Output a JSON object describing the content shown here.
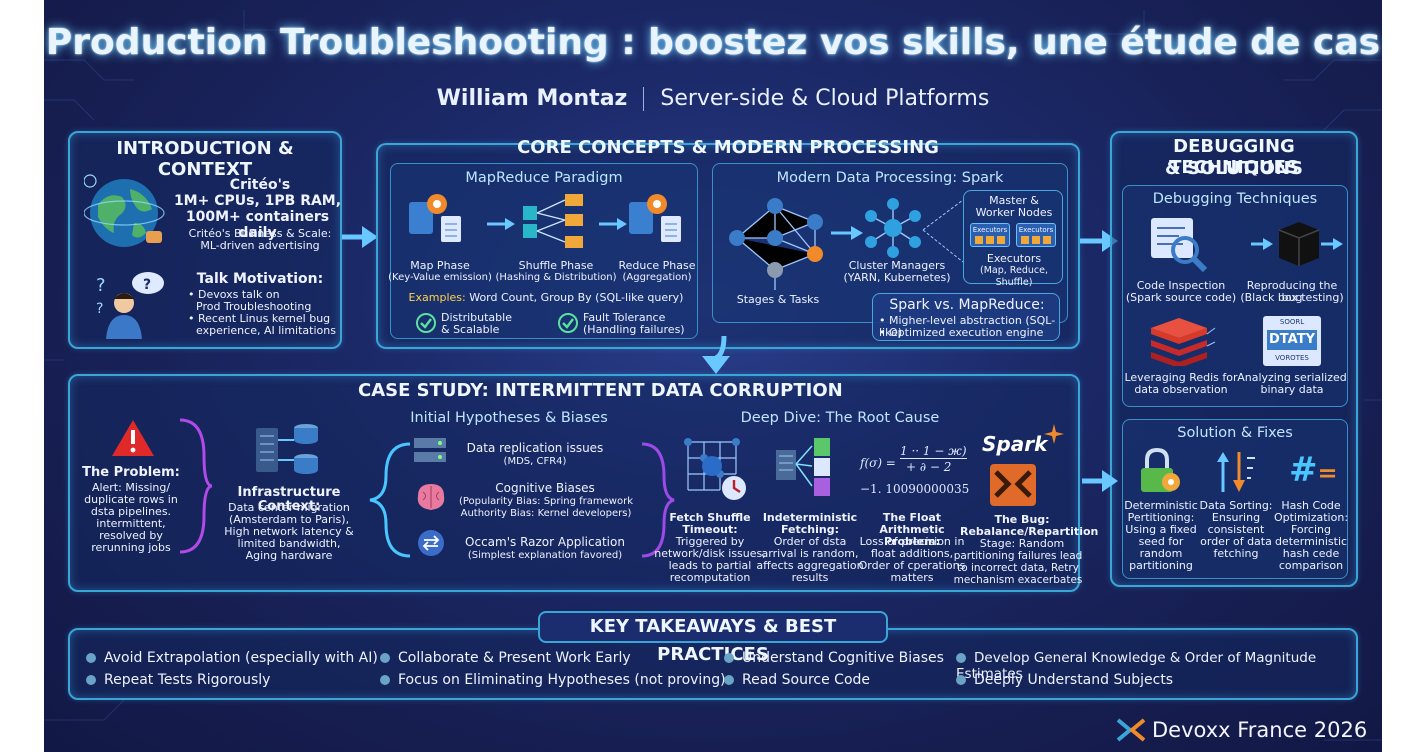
{
  "header": {
    "title": "Production Troubleshooting : boostez vos skills, une étude de cas",
    "author": "William Montaz",
    "role": "Server-side & Cloud Platforms"
  },
  "intro": {
    "heading": "INTRODUCTION & CONTEXT",
    "criteo_title": "Critéo's",
    "criteo_stats_1": "1M+ CPUs, 1PB RAM,",
    "criteo_stats_2": "100M+ containers daily",
    "business_1": "Critéo's Business & Scale:",
    "business_2": "ML-driven advertising",
    "motivation_title": "Talk Motivation:",
    "bullet_1a": "• Devoxs talk on",
    "bullet_1b": "Prod Troubleshooting",
    "bullet_2a": "• Recent Linus kernel bug",
    "bullet_2b": "experience, AI limitations"
  },
  "core": {
    "heading": "CORE CONCEPTS & MODERN PROCESSING",
    "mapreduce": {
      "title": "MapReduce Paradigm",
      "map_1": "Map Phase",
      "map_2": "(Key-Value emission)",
      "shuffle_1": "Shuffle Phase",
      "shuffle_2": "(Hashing & Distribution)",
      "reduce_1": "Reduce Phase",
      "reduce_2": "(Aggregation)",
      "examples_label": "Examples:",
      "examples_text": "Word Count, Group By (SQL-like query)",
      "dist_1": "Distributable",
      "dist_2": "& Scalable",
      "fault_1": "Fault Tolerance",
      "fault_2": "(Handling failures)"
    },
    "spark": {
      "title": "Modern Data Processing: Spark",
      "stages": "Stages & Tasks",
      "cluster_1": "Cluster Managers",
      "cluster_2": "(YARN, Kubernetes)",
      "master_1": "Master &",
      "master_2": "Worker Nodes",
      "exec_1": "Executors",
      "exec_2": "(Map, Reduce, Shuffle)",
      "exec_box": "Executors",
      "vs_title": "Spark vs. MapReduce:",
      "vs_1": "• Migher-level abstraction (SQL-like)",
      "vs_2": "• Optimized execution engine"
    }
  },
  "debug": {
    "heading_1": "DEBUGGING TECHNIQUES",
    "heading_2": "& SOLUTIONS",
    "techniques": {
      "title": "Debugging Techniques",
      "code_1": "Code Inspection",
      "code_2": "(Spark source code)",
      "repro_1": "Reproducing the bug",
      "repro_2": "(Black box testing)",
      "redis_1": "Leveraging Redis for",
      "redis_2": "data observation",
      "binary_1": "Analyzing serialized",
      "binary_2": "binary data",
      "binary_lbl_1": "SOORL",
      "binary_lbl_2": "DTATY",
      "binary_lbl_3": "VOROTES"
    },
    "solutions": {
      "title": "Solution & Fixes",
      "det_1": "Deterministic",
      "det_2": "Pertitioning:",
      "det_3": "Using a fixed",
      "det_4": "seed for",
      "det_5": "random",
      "det_6": "partitioning",
      "sort_1": "Data Sorting:",
      "sort_2": "Ensuring",
      "sort_3": "consistent",
      "sort_4": "order of data",
      "sort_5": "fetching",
      "hash_1": "Hash Code",
      "hash_2": "Optimization:",
      "hash_3": "Forcing",
      "hash_4": "deterministic",
      "hash_5": "hash cede",
      "hash_6": "comparison"
    }
  },
  "case": {
    "heading": "CASE STUDY: INTERMITTENT DATA CORRUPTION",
    "problem": {
      "title_1": "The Problem:",
      "l1": "Alert: Missing/",
      "l2": "duplicate rows in",
      "l3": "dsta pipelines.",
      "l4": "intermittent,",
      "l5": "resolved by",
      "l6": "rerunning jobs"
    },
    "infra": {
      "title": "Infrastructure Context:",
      "l1": "Data center migration",
      "l2": "(Amsterdam to Paris),",
      "l3": "High network latency &",
      "l4": "limited bandwidth,",
      "l5": "Aging hardware"
    },
    "hyp": {
      "title": "Initial Hypotheses & Biases",
      "rep_1": "Data replication issues",
      "rep_2": "(MDS, CFR4)",
      "cog_1": "Cognitive Biases",
      "cog_2": "(Popularity Bias: Spring framework",
      "cog_3": "Authority Bias: Kernel developers)",
      "occ_1": "Occam's Razor Application",
      "occ_2": "(Simplest explanation favored)"
    },
    "deep": {
      "title": "Deep Dive: The Root Cause",
      "fetch_1": "Fetch Shuffle",
      "fetch_2": "Timeout:",
      "fetch_3": "Triggered by",
      "fetch_4": "network/disk issues,",
      "fetch_5": "leads to partial",
      "fetch_6": "recomputation",
      "indet_1": "Indeterministic",
      "indet_2": "Fetching:",
      "indet_3": "Order of dsta",
      "indet_4": "arrival is random,",
      "indet_5": "affects aggregation",
      "indet_6": "results",
      "formula_1": "f(σ) =",
      "formula_2": "1 ·· 1 − ж)",
      "formula_3": "+ ∂ − 2",
      "formula_4": "−1. 10090000035",
      "float_1": "The Float",
      "float_2": "Arithmetic Problem:",
      "float_3": "Loss of precision in",
      "float_4": "float additions,",
      "float_5": "Order of cperations",
      "float_6": "matters",
      "spark_logo": "Spark",
      "bug_1": "The Bug:",
      "bug_2": "Rebalance/Repartition",
      "bug_3": "Stage: Random",
      "bug_4": "partitioning failures lead",
      "bug_5": "to incorrect data, Retry",
      "bug_6": "mechanism exacerbates"
    }
  },
  "takeaways": {
    "heading": "KEY TAKEAWAYS & BEST PRACTICES",
    "items": [
      "Avoid Extrapolation (especially with AI)",
      "Repeat Tests Rigorously",
      "Collaborate & Present Work Early",
      "Focus on Eliminating Hypotheses (not proving)",
      "Understand Cognitive Biases",
      "Read Source Code",
      "Develop General Knowledge & Order of Magnitude Estimates",
      "Deeply Understand Subjects"
    ]
  },
  "footer": {
    "brand": "Devoxx France 2026"
  },
  "colors": {
    "accent": "#3aa6d8",
    "highlight": "#ffd24a",
    "background": "#1c2a6a"
  }
}
